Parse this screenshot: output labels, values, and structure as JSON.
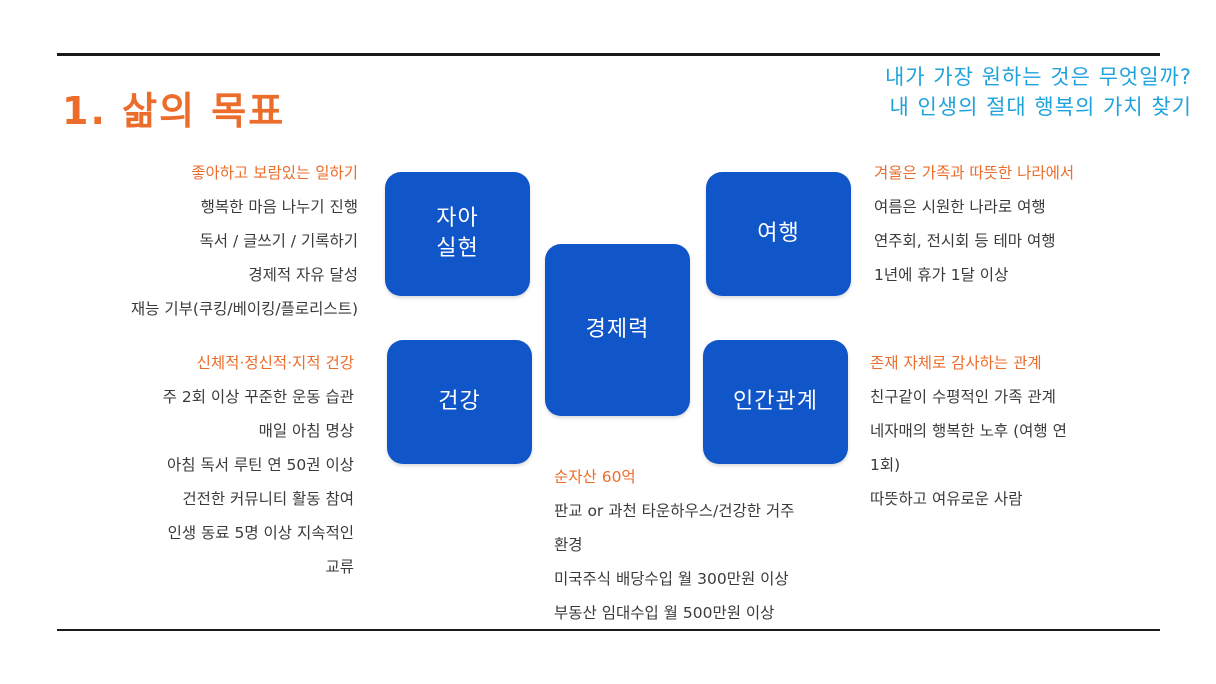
{
  "title": "1. 삶의 목표",
  "question": {
    "line1": "내가 가장 원하는 것은 무엇일까?",
    "line2": "내 인생의 절대 행복의 가치 찾기"
  },
  "boxes": {
    "self": "자아\n실현",
    "travel": "여행",
    "economy": "경제력",
    "health": "건강",
    "relationships": "인간관계"
  },
  "self_realization": {
    "heading": "좋아하고 보람있는 일하기",
    "items": [
      "행복한 마음 나누기 진행",
      "독서 / 글쓰기 / 기록하기",
      "경제적 자유 달성",
      "재능 기부(쿠킹/베이킹/플로리스트)"
    ]
  },
  "health_goals": {
    "heading": "신체적·정신적·지적 건강",
    "items": [
      "주 2회 이상 꾸준한 운동 습관",
      "매일 아침 명상",
      "아침 독서 루틴 연 50권 이상",
      "건전한 커뮤니티 활동 참여",
      "인생 동료 5명 이상 지속적인",
      "교류"
    ]
  },
  "travel_goals": {
    "heading": "겨울은 가족과 따뜻한 나라에서",
    "items": [
      "여름은 시원한 나라로 여행",
      "연주회, 전시회 등 테마 여행",
      "1년에 휴가 1달 이상"
    ]
  },
  "relationship_goals": {
    "heading": "존재 자체로 감사하는 관계",
    "items": [
      "친구같이 수평적인 가족 관계",
      "네자매의 행복한 노후 (여행 연",
      "1회)",
      "따뜻하고 여유로운 사람"
    ]
  },
  "economy_goals": {
    "heading": "순자산 60억",
    "items": [
      "판교 or 과천 타운하우스/건강한 거주",
      "환경",
      "미국주식 배당수입 월 300만원 이상",
      "부동산 임대수입 월 500만원 이상"
    ]
  }
}
